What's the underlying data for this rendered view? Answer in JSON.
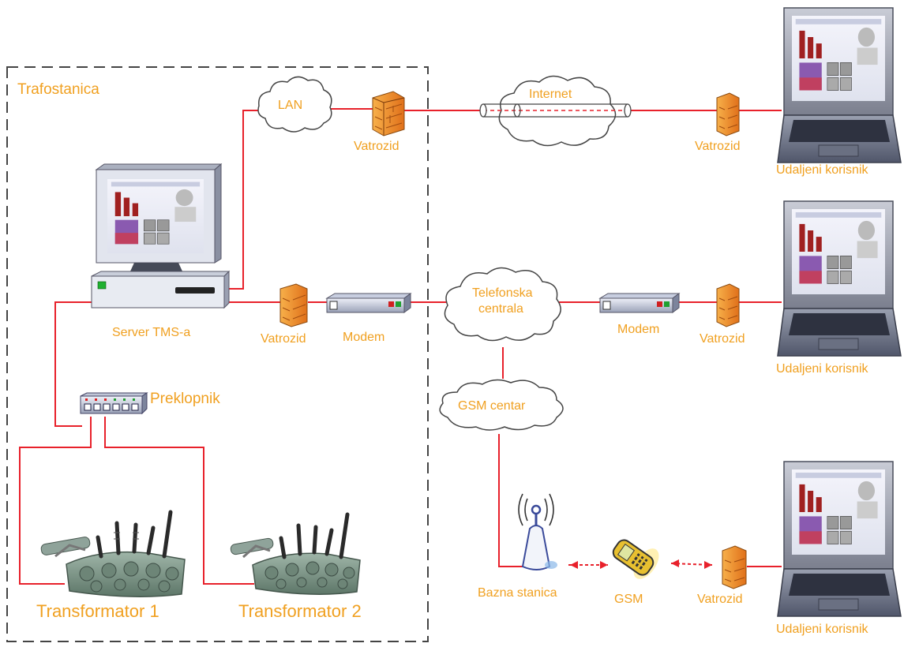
{
  "colors": {
    "link": "#e8212b",
    "label": "#f0a020",
    "boundary": "#444444",
    "cloud_stroke": "#444444",
    "firewall": "#f08020"
  },
  "labels": {
    "substation": "Trafostanica",
    "lan": "LAN",
    "internet": "Internet",
    "firewall_lan": "Vatrozid",
    "firewall_remote_1": "Vatrozid",
    "remote_user_1": "Udaljeni korisnik",
    "server": "Server TMS-a",
    "firewall_server": "Vatrozid",
    "modem_local": "Modem",
    "phone_exchange_line1": "Telefonska",
    "phone_exchange_line2": "centrala",
    "modem_remote": "Modem",
    "firewall_remote_2": "Vatrozid",
    "remote_user_2": "Udaljeni korisnik",
    "switch": "Preklopnik",
    "gsm_center": "GSM centar",
    "base_station": "Bazna stanica",
    "gsm": "GSM",
    "firewall_remote_3": "Vatrozid",
    "remote_user_3": "Udaljeni korisnik",
    "transformer_1": "Transformator 1",
    "transformer_2": "Transformator 2"
  },
  "icons": {
    "laptop": "laptop-icon",
    "server": "server-icon",
    "firewall": "firewall-icon",
    "modem": "modem-icon",
    "switch": "switch-icon",
    "cloud": "cloud-icon",
    "transformer": "transformer-icon",
    "antenna": "antenna-icon",
    "phone": "mobile-phone-icon"
  }
}
